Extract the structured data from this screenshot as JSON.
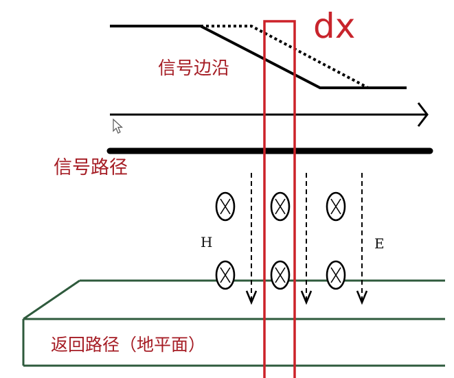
{
  "labels": {
    "dx": "dx",
    "signal_edge": "信号边沿",
    "signal_path": "信号路径",
    "return_path": "返回路径（地平面）",
    "h_field": "H",
    "e_field": "E"
  },
  "colors": {
    "background": "#ffffff",
    "line": "#000000",
    "highlight_box": "#cc2229",
    "label_red": "#a51c24",
    "ground_plane": "#2e5a3c"
  },
  "icons": {
    "cursor": "mouse-pointer-icon",
    "field_marker": "circle-with-x-icon"
  }
}
